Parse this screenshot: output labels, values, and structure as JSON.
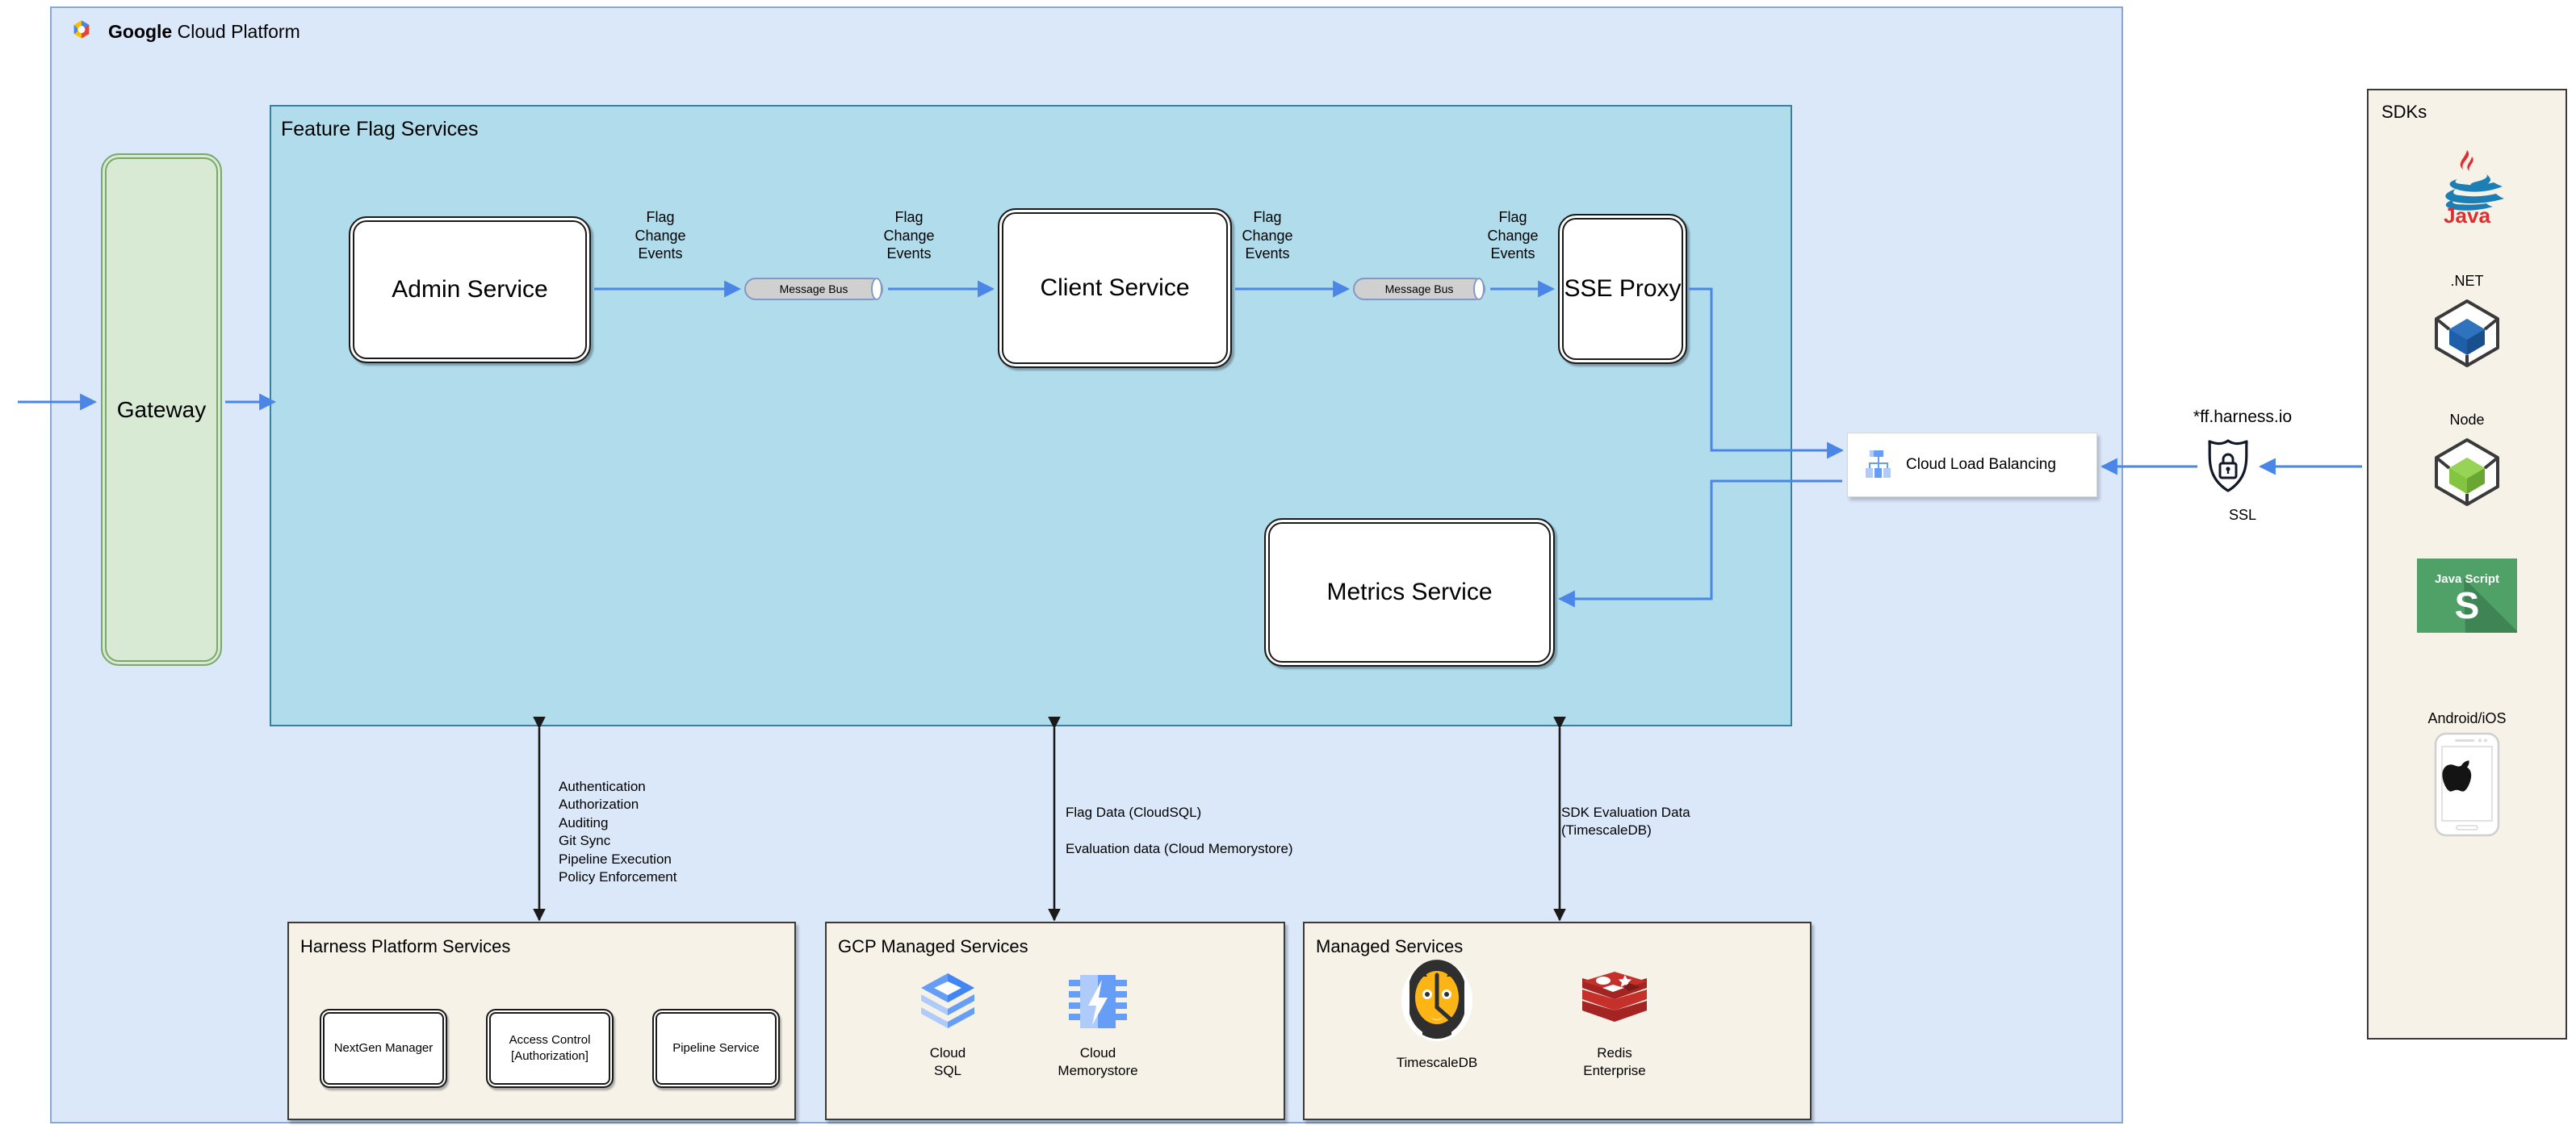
{
  "gcp": {
    "title_bold": "Google",
    "title_rest": " Cloud Platform",
    "logo_icon": "google-cloud-logo"
  },
  "feature_flag_services": {
    "title": "Feature Flag Services",
    "services": [
      {
        "id": "admin",
        "label": "Admin Service"
      },
      {
        "id": "client",
        "label": "Client Service"
      },
      {
        "id": "sse",
        "label": "SSE\nProxy"
      },
      {
        "id": "metrics",
        "label": "Metrics Service"
      }
    ],
    "message_buses": [
      {
        "id": "bus1",
        "label": "Message Bus"
      },
      {
        "id": "bus2",
        "label": "Message Bus"
      }
    ],
    "edge_labels": [
      "Flag\nChange\nEvents",
      "Flag\nChange\nEvents",
      "Flag\nChange\nEvents",
      "Flag\nChange\nEvents"
    ]
  },
  "gateway": {
    "label": "Gateway"
  },
  "load_balancer": {
    "label": "Cloud Load Balancing",
    "icon": "cloud-load-balancing-icon"
  },
  "ssl": {
    "domain": "*ff.harness.io",
    "label": "SSL",
    "icon": "ssl-shield-lock-icon"
  },
  "sdks": {
    "title": "SDKs",
    "items": [
      {
        "label": "",
        "icon": "java-logo",
        "name": "java"
      },
      {
        "label": ".NET",
        "icon": "dotnet-cube-icon",
        "name": "dotnet"
      },
      {
        "label": "Node",
        "icon": "node-cube-icon",
        "name": "node"
      },
      {
        "label": "",
        "icon": "javascript-logo",
        "name": "javascript"
      },
      {
        "label": "Android/iOS",
        "icon": "mobile-device-icon",
        "name": "android-ios"
      }
    ],
    "java_wordmark": "Java",
    "javascript_wordmark_top": "Java Script",
    "javascript_wordmark_glyph": "S"
  },
  "annotations": {
    "harness": "Authentication\nAuthorization\nAuditing\nGit Sync\nPipeline Execution\nPolicy Enforcement",
    "gcp_managed": "Flag Data (CloudSQL)\n\nEvaluation data (Cloud Memorystore)",
    "managed": "SDK Evaluation Data\n(TimescaleDB)"
  },
  "panels": {
    "harness": {
      "title": "Harness Platform Services",
      "items": [
        {
          "label": "NextGen Manager"
        },
        {
          "label": "Access Control\n[Authorization]"
        },
        {
          "label": "Pipeline Service"
        }
      ]
    },
    "gcp_managed": {
      "title": "GCP Managed Services",
      "items": [
        {
          "label": "Cloud\nSQL",
          "icon": "cloud-sql-icon"
        },
        {
          "label": "Cloud\nMemorystore",
          "icon": "cloud-memorystore-icon"
        }
      ]
    },
    "managed": {
      "title": "Managed Services",
      "items": [
        {
          "label": "TimescaleDB",
          "icon": "timescaledb-tiger-icon"
        },
        {
          "label": "Redis\nEnterprise",
          "icon": "redis-icon"
        }
      ]
    }
  },
  "colors": {
    "gcp_bg": "#dbe8fa",
    "gcp_border": "#89a7d0",
    "ffs_bg": "#b0dcec",
    "ffs_border": "#3b7f9e",
    "gateway_bg": "#d8ead3",
    "gateway_border": "#7aa86a",
    "panel_bg": "#f6f2e8",
    "panel_border": "#3a3a3a",
    "arrow_blue": "#4a86e8",
    "arrow_black": "#1a1a1a",
    "redis_red": "#c6302b",
    "timescale_orange": "#fdb515",
    "node_green": "#83c441",
    "dotnet_blue": "#1f5fa9",
    "js_green": "#4fa167"
  }
}
